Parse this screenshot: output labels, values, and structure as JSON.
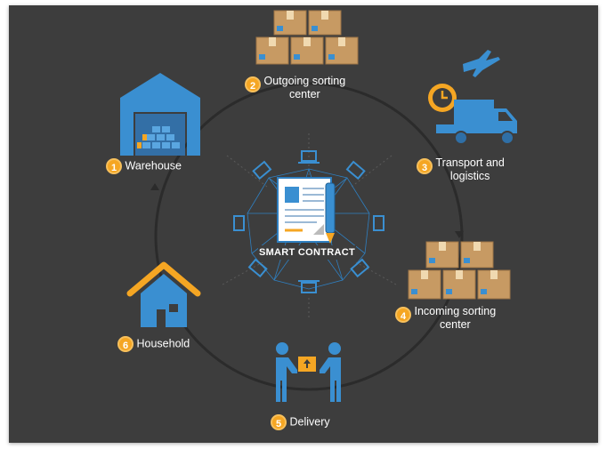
{
  "diagram": {
    "center_label": "SMART CONTRACT",
    "stages": [
      {
        "number": "1",
        "name": "Warehouse",
        "icon": "warehouse-icon"
      },
      {
        "number": "2",
        "name_line1": "Outgoing sorting",
        "name_line2": "center",
        "icon": "boxes-icon"
      },
      {
        "number": "3",
        "name_line1": "Transport and",
        "name_line2": "logistics",
        "icon": "truck-plane-icon"
      },
      {
        "number": "4",
        "name_line1": "Incoming sorting",
        "name_line2": "center",
        "icon": "boxes-icon"
      },
      {
        "number": "5",
        "name": "Delivery",
        "icon": "handover-icon"
      },
      {
        "number": "6",
        "name": "Household",
        "icon": "house-icon"
      }
    ],
    "colors": {
      "background": "#3d3d3d",
      "accent": "#f5a623",
      "blue": "#3a8fd1",
      "box": "#c79a63",
      "text": "#ffffff"
    }
  }
}
